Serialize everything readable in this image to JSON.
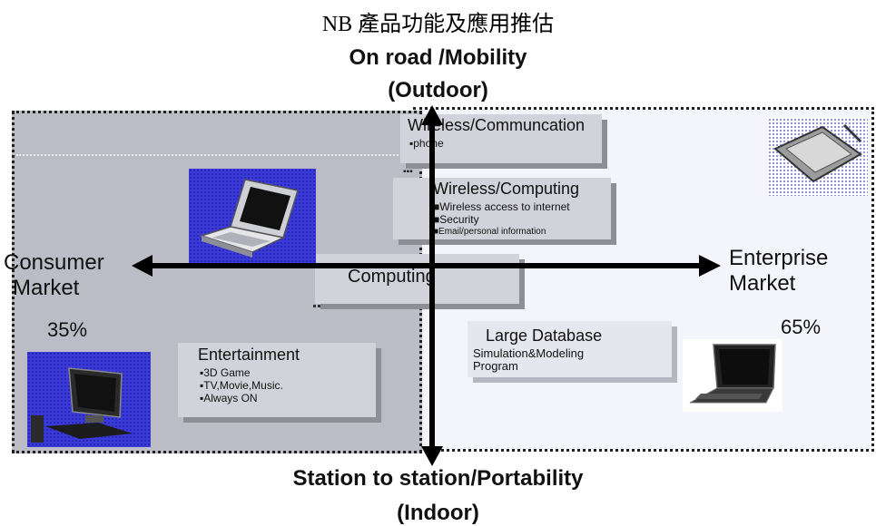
{
  "title": "NB 產品功能及應用推估",
  "axes": {
    "top_line1": "On road /Mobility",
    "top_line2": "(Outdoor)",
    "bottom_line1": "Station to station/Portability",
    "bottom_line2": "(Indoor)"
  },
  "markets": {
    "consumer_line1": "Consumer",
    "consumer_line2": "Market",
    "consumer_pct": "35%",
    "enterprise_line1": "Enterprise",
    "enterprise_line2": "Market",
    "enterprise_pct": "65%"
  },
  "boxes": {
    "wireless_comm": {
      "title": "Wireless/Communcation",
      "items": [
        "▪phone"
      ]
    },
    "wireless_computing": {
      "title": "Wireless/Computing",
      "items": [
        "■Wireless access to internet",
        "■Security",
        "■Email/personal information"
      ]
    },
    "computing": {
      "title": "Computing"
    },
    "large_database": {
      "title": "Large Database",
      "items": [
        "Simulation&Modeling",
        "Program"
      ]
    },
    "entertainment": {
      "title": "Entertainment",
      "items": [
        "▪3D Game",
        "▪TV,Movie,Music.",
        "▪Always ON"
      ]
    }
  },
  "images": {
    "consumer_laptop": "laptop-open-icon",
    "consumer_desktop": "desktop-computer-icon",
    "enterprise_tablet": "tablet-pc-icon",
    "enterprise_laptop": "laptop-black-icon"
  },
  "colors": {
    "consumer_panel": "#bcbcc6",
    "enterprise_panel": "#f4f4fb",
    "image_background": "#3a3ad8",
    "axis": "#000000"
  }
}
